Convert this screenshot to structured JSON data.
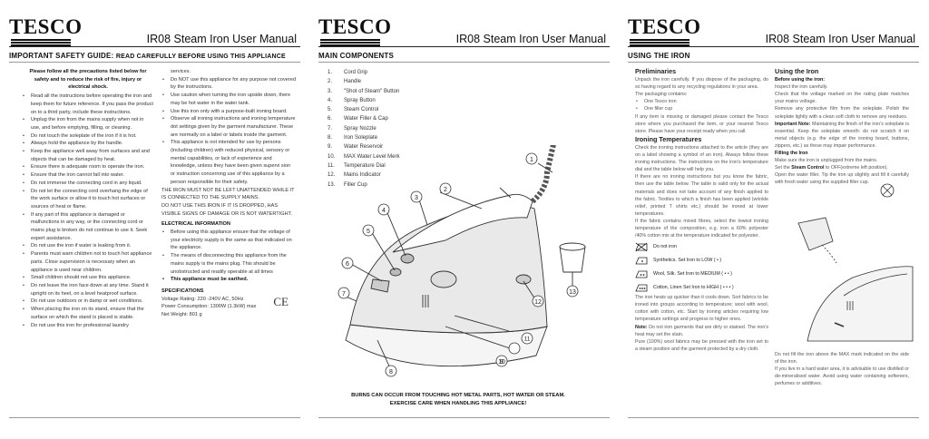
{
  "brand": "TESCO",
  "doc_title": "IR08 Steam Iron User Manual",
  "page1": {
    "section": "IMPORTANT SAFETY GUIDE:",
    "section_sub": "READ CAREFULLY BEFORE USING THIS APPLIANCE",
    "intro": "Please follow all the precautions listed below for safety and to reduce the risk of fire, injury or electrical shock.",
    "bullets_left": [
      "Read all the instructions before operating the iron and keep them for future reference. If you pass the product on to a third party, include these instructions.",
      "Unplug the iron from the mains supply when not in use, and before emptying, filling, or cleaning.",
      "Do not touch the soleplate of the iron if it is hot.",
      "Always hold the appliance by the handle.",
      "Keep the appliance well away from surfaces and and objects that can be damaged by heat.",
      "Ensure there is adequate room to operate the iron.",
      "Ensure that the iron cannot fall into water.",
      "Do not immerse the connecting cord in any liquid.",
      "Do not let the connecting cord overhang the edge of the work surface or allow it to touch hot surfaces or sources of heat or flame.",
      "If any part of this appliance is damaged or malfunctions in any way, or the connecting cord or mains plug is broken do not continue to use it. Seek expert assistance.",
      "Do not use the iron if water is leaking from it.",
      "Parents must warn children not to touch hot appliance parts. Close supervision is necessary when an appliance is used near children.",
      "Small children should not use this appliance.",
      "Do not leave the iron face down at any time. Stand it upright on its heel, on a level heatproof surface.",
      "Do not use outdoors or in damp or wet conditions.",
      "When placing the iron on its stand, ensure that the surface on which the stand is placed is stable.",
      "Do not use this iron for professional laundry"
    ],
    "cont_right": "services.",
    "bullets_right": [
      "Do NOT use this appliance for any purpose not covered by the instructions.",
      "Use caution when turning the iron upside down, there may be hot water in the water tank.",
      "Use this iron only with a purpose-built ironing board.",
      "Observe all ironing instructions and ironing temperature dot settings given by the garment manufacturer. These are normally on a label or labels inside the garment.",
      "This appliance is not intended for use by persons (including children) with reduced physical, sensory or mental capabilities, or lack of experience and knowledge, unless they have been given supervi sion or instruction concerning use of this appliance by a person responsible for their safety."
    ],
    "caps_1": "THE IRON MUST NOT BE LEFT UNATTENDED WHILE IT IS CONNECTED TO THE SUPPLY MAINS.",
    "caps_2": "DO NOT USE THIS IRON IF IT IS DROPPED, HAS VISIBLE SIGNS OF DAMAGE OR IS NOT WATERTIGHT.",
    "elec_heading": "ELECTRICAL INFORMATION",
    "elec_bullets": [
      "Before using this appliance ensure that the voltage of your electricity supply is the same as that indicated on the appliance.",
      "The means of disconnecting this appliance from the mains supply is the mains plug. This should be unobstructed and readily operable at all times"
    ],
    "earthed": "This appliance must be earthed.",
    "spec_heading": "SPECIFICATIONS",
    "specs": [
      "Voltage Rating: 220 -240V AC, 50Hz",
      "Power Consumption: 1300W (1.3kW) max",
      "Net Weight: 801 g"
    ],
    "ce_mark": "CE"
  },
  "page2": {
    "section": "MAIN COMPONENTS",
    "components": [
      "Cord Grip",
      "Handle",
      "\"Shot of Steam\" Button",
      "Spray Button",
      "Steam Control",
      "Water Filler & Cap",
      "Spray Nozzle",
      "Iron Soleplate",
      "Water Reservoir",
      "MAX Water Level Merk",
      "Temperature Dial",
      "Mains Indicator",
      "Filler Cup"
    ],
    "callouts": [
      "1",
      "2",
      "3",
      "4",
      "5",
      "6",
      "7",
      "8",
      "9",
      "10",
      "11",
      "12",
      "13"
    ],
    "warning_1": "BURNS CAN OCCUR FROM TOUCHING HOT METAL PARTS, HOT WATER OR STEAM.",
    "warning_2": "EXERCISE CARE WHEN HANDLING THIS APPLIANCE!"
  },
  "page3": {
    "section": "USING THE IRON",
    "prelim_heading": "Preliminaries",
    "prelim_1": "Unpack the iron carefully. If you dispose of the packaging, do so having regard to any recycling regulations in your area.",
    "prelim_2": "The packaging contains:",
    "contents": [
      "One Tesco iron",
      "One filler cup"
    ],
    "prelim_3": "If any item is missing or damaged please contact the Tesco store where you purchased the item, or your nearest Tesco store. Please have your receipt ready when you call.",
    "temp_heading": "Ironing Temperatures",
    "temp_1": "Check the ironing instructions attached to the article (they are on a label showing a symbol of an iron). Always follow these ironing instructions. The instructions on the iron's temperature dial and the table below will help you.",
    "temp_2": "If there are no ironing instructions but you know the fabric, then use the table below. The table is valid only for the actual materials and does not take account of any finish applied to the fabric. Textiles to which a finish has been applied (wrinkle relief, printed T shirts etc.) should be ironed at lower temperatures.",
    "temp_3": "If the fabric contains mixed fibres, select the lowest ironing temperature of the composition, e.g. iron a 60% polyester /40% cotton mix at the temperature indicated for polyester.",
    "table": [
      "Do not iron",
      "Synthetics. Set Iron to LOW ( • )",
      "Wool, Silk. Set Iron to MEDIUM ( • • )",
      "Cotton, Linen Set Iron to HIGH ( • • • )"
    ],
    "temp_4": "The iron heats up quicker than it cools down. Sort fabrics to be ironed into groups according to temperature; wool with wool, cotton with cotton, etc. Start by ironing articles requiring low temperature settings and progress to higher ones.",
    "note_label": "Note:",
    "note": " Do not iron garments that are dirty or stained. The iron's heat may set the stain.",
    "temp_5": "Pure (100%) wool fabrics may be pressed with the iron set to a steam position and the garment protected by a dry cloth.",
    "using_heading": "Using the Iron",
    "before_heading": "Before using the iron:",
    "before_1": "Inspect the iron carefully.",
    "before_2": "Check that the voltage marked on the rating plate matches your mains voltage.",
    "before_3": "Remove any protective film from the soleplate. Polish the soleplate lightly with a clean soft cloth to remove any residues.",
    "important_label": "Important Note:",
    "important": " Maintaining the finish of the iron's soleplate is essential. Keep the soleplate smooth: do not scratch it on metal objects (e.g. the edge of the ironing board, buttons, zippers, etc.) as these may impair performance.",
    "filling_heading": "Filling the Iron",
    "filling_1": "Make sure the iron is unplugged from the mains.",
    "filling_2a": "Set the ",
    "filling_2b": "Steam Control",
    "filling_2c": " to OFF(extreme left position).",
    "filling_3": "Open the water filler. Tip the iron up slightly and fill it carefully with fresh water using the supplied filler cup.",
    "bottom_1": "Do not fill the iron above the MAX mark indicated on the side of the iron.",
    "bottom_2": "If you live in a hard water area, it is advisable to use distilled or de-mineralised water. Avoid using water containing softeners, perfumes or additives."
  }
}
